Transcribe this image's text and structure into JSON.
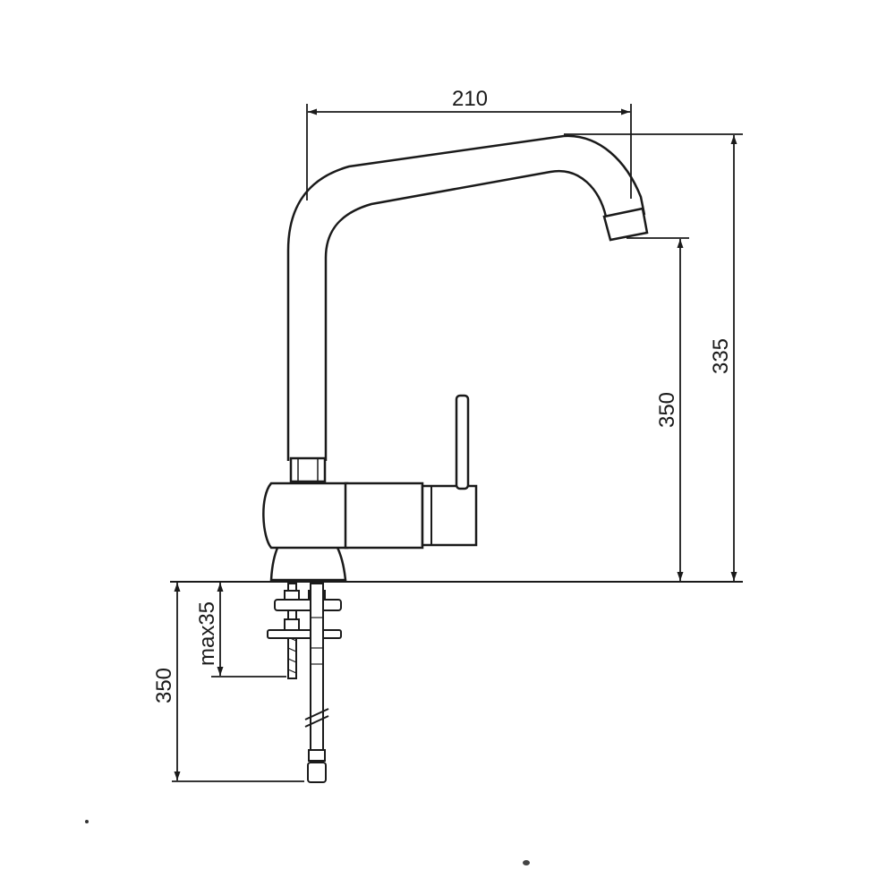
{
  "diagram": {
    "dimensions": {
      "spout_reach": "210",
      "total_height": "335",
      "spout_height": "350",
      "thread_length": "max35",
      "hose_length": "350"
    }
  }
}
